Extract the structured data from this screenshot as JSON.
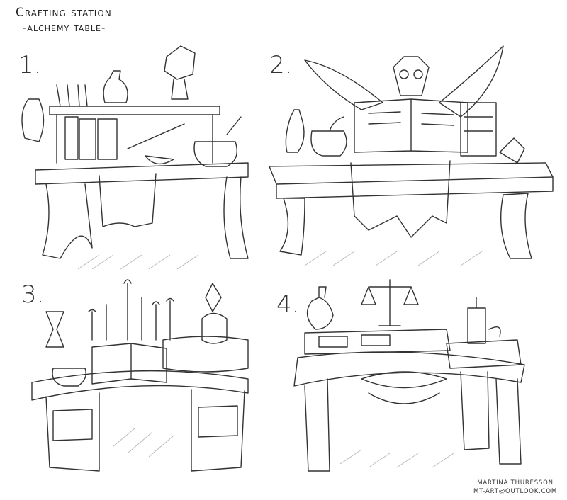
{
  "header": {
    "title": "Crafting station",
    "subtitle": "-alchemy table-"
  },
  "panels": [
    {
      "label": "1."
    },
    {
      "label": "2."
    },
    {
      "label": "3."
    },
    {
      "label": "4."
    }
  ],
  "credit": {
    "name": "Martina Thuresson",
    "email": "mt-art@outlook.com"
  }
}
